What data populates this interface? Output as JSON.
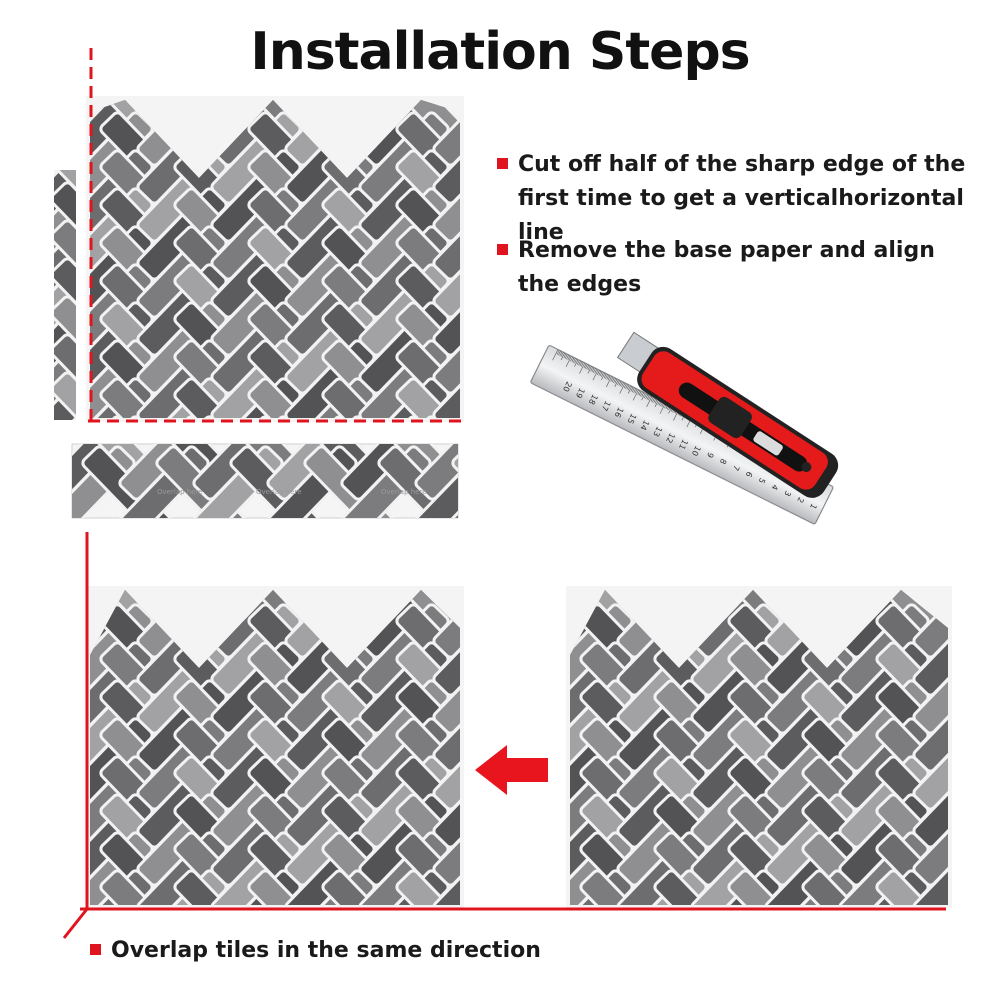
{
  "title": "Installation Steps",
  "steps": [
    {
      "lines": [
        "Cut off half of the sharp edge of the",
        "first time to get a verticalhorizontal line"
      ]
    },
    {
      "lines": [
        "Remove the base paper and align",
        "the edges"
      ]
    },
    {
      "lines": [
        "Overlap tiles in the same direction"
      ]
    }
  ],
  "strip": {
    "label": "Overlap here"
  },
  "ruler": {
    "numbers": [
      "1",
      "2",
      "3",
      "4",
      "5",
      "6",
      "7",
      "8",
      "9",
      "10",
      "11",
      "12",
      "13",
      "14",
      "15",
      "16",
      "17",
      "18",
      "19",
      "20"
    ]
  },
  "colors": {
    "accent": "#e0141e",
    "tile_dark": "#5a5a5c",
    "tile_light": "#8e8e90",
    "grout": "#f2f2f2"
  }
}
